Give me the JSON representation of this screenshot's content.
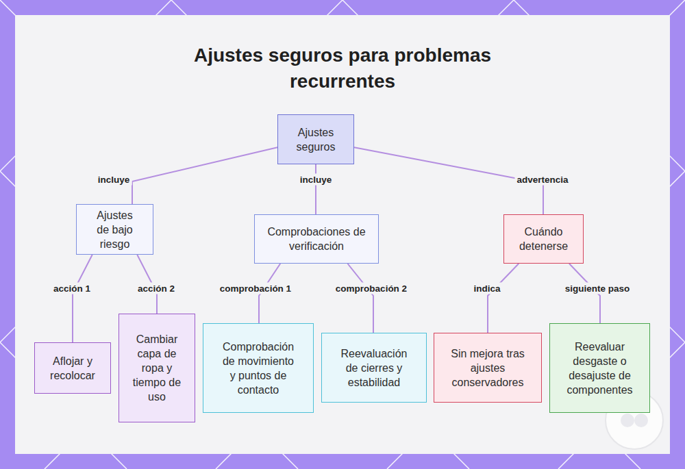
{
  "diagram": {
    "title": "Ajustes seguros para problemas recurrentes",
    "nodes": [
      {
        "text": [
          "Ajustes seguros"
        ]
      },
      {
        "text": [
          "Ajustes de bajo riesgo"
        ]
      },
      {
        "text": [
          "Comprobaciones de verificación"
        ]
      },
      {
        "text": [
          "Cuándo detenerse"
        ]
      },
      {
        "text": [
          "Aflojar y recolocar"
        ]
      },
      {
        "text": [
          "Cambiar capa de ropa y tiempo de uso"
        ]
      },
      {
        "text": [
          "Comprobación de movimiento y puntos de contacto"
        ]
      },
      {
        "text": [
          "Reevaluación de cierres y estabilidad"
        ]
      },
      {
        "text": [
          "Sin mejora tras ajustes conservadores"
        ]
      },
      {
        "text": [
          "Reevaluar desgaste o desajuste de componentes"
        ]
      }
    ],
    "edges": [
      {
        "from": 0,
        "to": 1,
        "label": "incluye",
        "arrow": "none"
      },
      {
        "from": 0,
        "to": 2,
        "label": "incluye",
        "arrow": "none"
      },
      {
        "from": 0,
        "to": 3,
        "label": "advertencia",
        "arrow": "none"
      },
      {
        "from": 1,
        "to": 4,
        "label": "acción 1",
        "arrow": "none"
      },
      {
        "from": 1,
        "to": 5,
        "label": "acción 2",
        "arrow": "none"
      },
      {
        "from": 2,
        "to": 6,
        "label": "comprobación 1",
        "arrow": "none"
      },
      {
        "from": 2,
        "to": 7,
        "label": "comprobación 2",
        "arrow": "none"
      },
      {
        "from": 3,
        "to": 8,
        "label": "indica",
        "arrow": "none"
      },
      {
        "from": 3,
        "to": 9,
        "label": "siguiente paso",
        "arrow": "none"
      }
    ]
  }
}
